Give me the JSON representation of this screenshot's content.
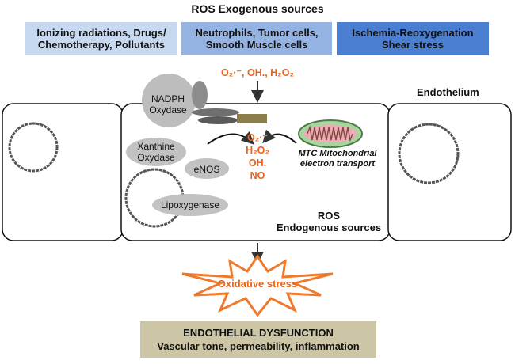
{
  "title": "ROS Exogenous sources",
  "exogenous_sources": [
    {
      "line1": "Ionizing radiations, Drugs/",
      "line2": "Chemotherapy, Pollutants",
      "color": "#c6d9f0"
    },
    {
      "line1": "Neutrophils, Tumor cells,",
      "line2": "Smooth Muscle cells",
      "color": "#95b3e2"
    },
    {
      "line1": "Ischemia-Reoxygenation",
      "line2": "Shear stress",
      "color": "#4a7ed1"
    }
  ],
  "exogenous_ros": "O₂·⁻, OH., H₂O₂",
  "endothelium_label": "Endothelium",
  "enzymes": {
    "nadph": {
      "line1": "NADPH",
      "line2": "Oxydase"
    },
    "xanthine": {
      "line1": "Xanthine",
      "line2": "Oxydase"
    },
    "enos": "eNOS",
    "lipoxygenase": "Lipoxygenase"
  },
  "mitochondria": {
    "line1": "MTC Mitochondrial",
    "line2": "electron transport"
  },
  "endogenous_ros": [
    "O₂·⁻",
    "H₂O₂",
    "OH.",
    "NO"
  ],
  "ros_endogenous": {
    "line1": "ROS",
    "line2": "Endogenous sources"
  },
  "oxidative_stress": "Oxidative stress",
  "dysfunction": {
    "line1": "ENDOTHELIAL DYSFUNCTION",
    "line2": "Vascular tone, permeability, inflammation"
  },
  "colors": {
    "ros_orange": "#e8641b",
    "dysfunction_box": "#cdc6a6",
    "star_outline": "#f07a2c"
  }
}
